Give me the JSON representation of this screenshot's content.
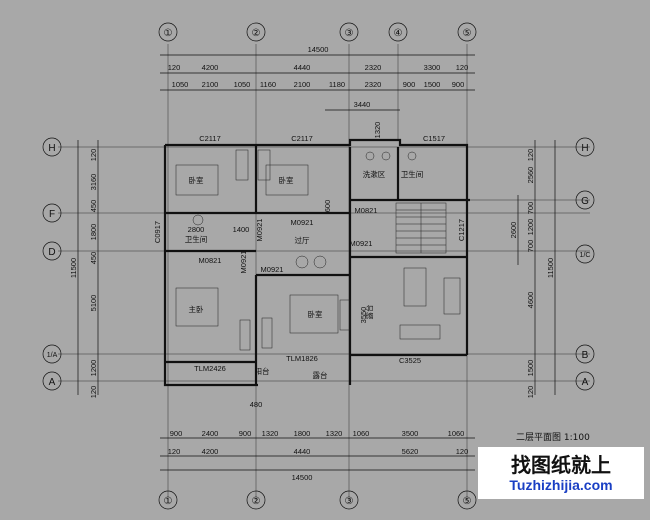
{
  "axes_top": [
    "①",
    "②",
    "③",
    "④",
    "⑤"
  ],
  "axes_bottom": [
    "①",
    "②",
    "③",
    "⑤"
  ],
  "axes_left": [
    "H",
    "F",
    "D",
    "1/A",
    "A"
  ],
  "axes_right": [
    "H",
    "G",
    "1/C",
    "B",
    "A"
  ],
  "dims_top_total": "14500",
  "dims_top_row2": [
    "120",
    "4200",
    "4440",
    "2320",
    "3300",
    "120"
  ],
  "dims_top_row3": [
    "1050",
    "2100",
    "1050",
    "1160",
    "2100",
    "1180",
    "2320",
    "900",
    "1500",
    "900"
  ],
  "dim_3440": "3440",
  "dim_1320": "1320",
  "dims_left": [
    "120",
    "3160",
    "450",
    "1800",
    "450",
    "5100",
    "1200",
    "120",
    "11500"
  ],
  "dims_right": [
    "120",
    "2560",
    "700",
    "1200",
    "700",
    "4600",
    "1500",
    "120",
    "11500",
    "2600"
  ],
  "dims_bottom_row1": [
    "900",
    "2400",
    "900",
    "1320",
    "1800",
    "1320",
    "1060",
    "3500",
    "1060"
  ],
  "dims_bottom_row2": [
    "120",
    "4200",
    "4440",
    "5620",
    "120"
  ],
  "dims_bottom_total": "14500",
  "rooms": {
    "bedroom_a": "卧室",
    "bedroom_b": "卧室",
    "bedroom_c": "卧室",
    "master": "主卧",
    "hall": "过厅",
    "wash": "洗漱区",
    "wc_top": "卫生间",
    "wc_left": "卫生间",
    "balcony": "阳台",
    "terrace": "露台",
    "terrace_label": "露台"
  },
  "codes": {
    "c2117_a": "C2117",
    "c2117_b": "C2117",
    "c1517": "C1517",
    "m0821_a": "M0821",
    "m0821_b": "M0821",
    "m0921_a": "M0921",
    "m0921_b": "M0921",
    "m0921_c": "M0921",
    "m0921_d": "M0921",
    "m0921_e": "M0921",
    "c0917": "C0917",
    "c1217": "C1217",
    "c3525": "C3525",
    "tlm2426": "TLM2426",
    "tlm1826": "TLM1826",
    "dim_2800": "2800",
    "dim_1400": "1400",
    "dim_3550": "3550",
    "dim_480": "480",
    "dim_600": "600"
  },
  "plan_title": "二层平面图 1:100",
  "watermark": {
    "chinese": "找图纸就上",
    "url": "Tuzhizhijia.com"
  }
}
